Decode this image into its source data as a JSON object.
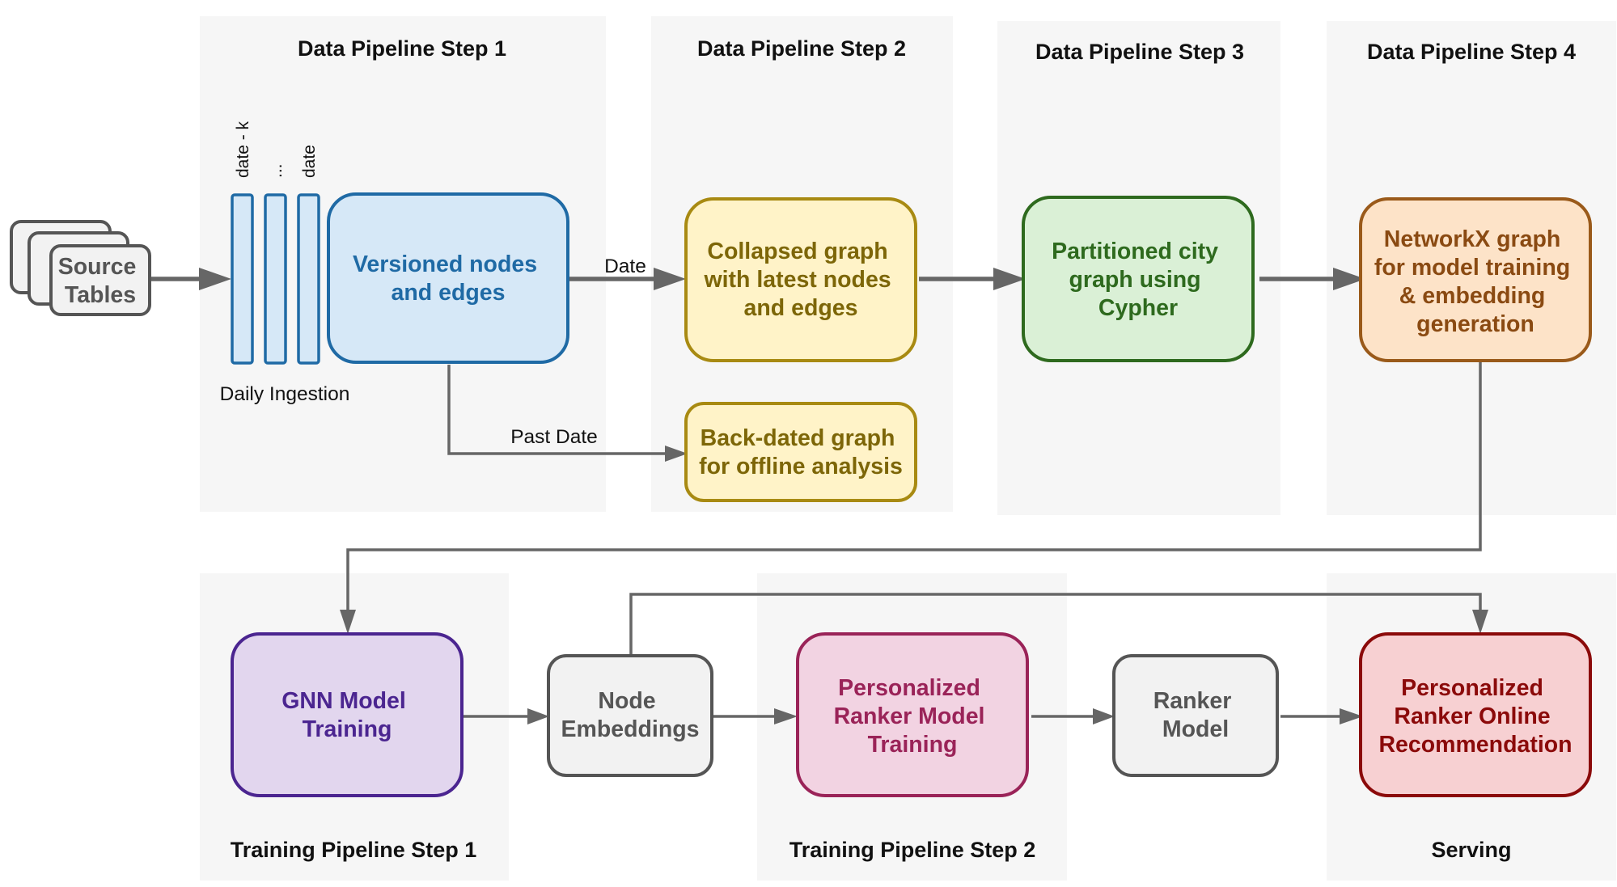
{
  "stages": {
    "data1": "Data Pipeline Step 1",
    "data2": "Data Pipeline Step 2",
    "data3": "Data Pipeline Step 3",
    "data4": "Data Pipeline Step 4",
    "train1": "Training Pipeline Step 1",
    "train2": "Training Pipeline Step 2",
    "serving": "Serving"
  },
  "nodes": {
    "source_tables": [
      "Source",
      "Tables"
    ],
    "versioned": [
      "Versioned nodes",
      "and edges"
    ],
    "collapsed": [
      "Collapsed graph",
      "with latest nodes",
      "and edges"
    ],
    "backdated": [
      "Back-dated graph",
      "for offline analysis"
    ],
    "partitioned": [
      "Partitioned city",
      "graph using",
      "Cypher"
    ],
    "networkx": [
      "NetworkX graph",
      "for model training",
      "& embedding",
      "generation"
    ],
    "gnn": [
      "GNN Model",
      "Training"
    ],
    "embeddings": [
      "Node",
      "Embeddings"
    ],
    "ranker_training": [
      "Personalized",
      "Ranker Model",
      "Training"
    ],
    "ranker_model": [
      "Ranker",
      "Model"
    ],
    "online": [
      "Personalized",
      "Ranker Online",
      "Recommendation"
    ]
  },
  "slots": {
    "first": "date - k",
    "middle": "...",
    "last": "date",
    "caption": "Daily Ingestion"
  },
  "edge_labels": {
    "date": "Date",
    "past_date": "Past Date"
  },
  "colors": {
    "stage_bg": "#f6f6f6",
    "connector": "#666666",
    "blue_fill": "#d6e8f7",
    "blue_stroke": "#1f6aa5",
    "blue_text": "#1f6aa5",
    "yellow_fill": "#fff3c8",
    "yellow_stroke": "#a88a12",
    "yellow_text": "#7d6608",
    "green_fill": "#daf0d6",
    "green_stroke": "#2e6a1e",
    "green_text": "#2e6a1e",
    "orange_fill": "#fde3c8",
    "orange_stroke": "#9a5a1a",
    "orange_text": "#8a4a12",
    "purple_fill": "#e2d6ee",
    "purple_stroke": "#4b2590",
    "purple_text": "#4b2590",
    "gray_fill": "#f2f2f2",
    "gray_stroke": "#555555",
    "gray_text": "#555555",
    "pink_fill": "#f2d3e2",
    "pink_stroke": "#9a2358",
    "pink_text": "#9a2358",
    "red_fill": "#f7d0d2",
    "red_stroke": "#8b0a0a",
    "red_text": "#8b0a0a"
  }
}
